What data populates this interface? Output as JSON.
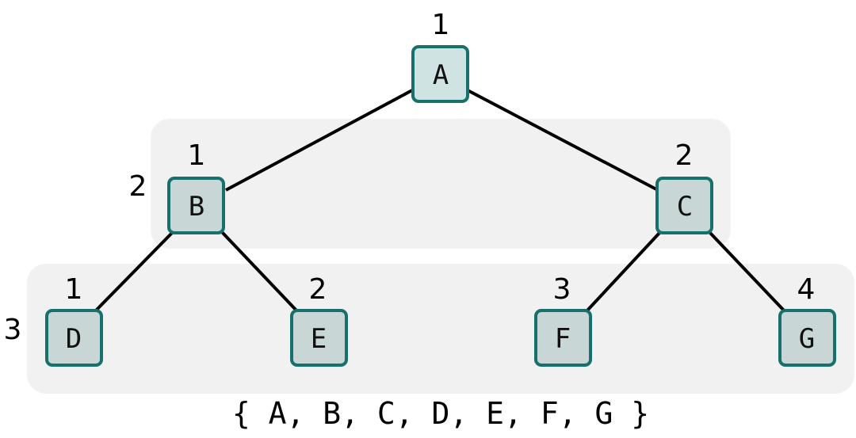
{
  "tree": {
    "nodes": [
      {
        "id": "A",
        "label": "A",
        "index": "1",
        "fill": "#cfe3e3"
      },
      {
        "id": "B",
        "label": "B",
        "index": "1",
        "fill": "#c8d7d5"
      },
      {
        "id": "C",
        "label": "C",
        "index": "2",
        "fill": "#c8d7d5"
      },
      {
        "id": "D",
        "label": "D",
        "index": "1",
        "fill": "#c8d7d5"
      },
      {
        "id": "E",
        "label": "E",
        "index": "2",
        "fill": "#c8d7d5"
      },
      {
        "id": "F",
        "label": "F",
        "index": "3",
        "fill": "#c8d7d5"
      },
      {
        "id": "G",
        "label": "G",
        "index": "4",
        "fill": "#c8d7d5"
      }
    ],
    "edges": [
      {
        "from": "A",
        "to": "B"
      },
      {
        "from": "A",
        "to": "C"
      },
      {
        "from": "B",
        "to": "D"
      },
      {
        "from": "B",
        "to": "E"
      },
      {
        "from": "C",
        "to": "F"
      },
      {
        "from": "C",
        "to": "G"
      }
    ],
    "levels": [
      {
        "label": "2"
      },
      {
        "label": "3"
      }
    ]
  },
  "sequence": "{ A, B, C, D, E, F, G }",
  "colors": {
    "node_border": "#17706b",
    "band_fill": "#f1f1f1",
    "edge": "#000000"
  }
}
